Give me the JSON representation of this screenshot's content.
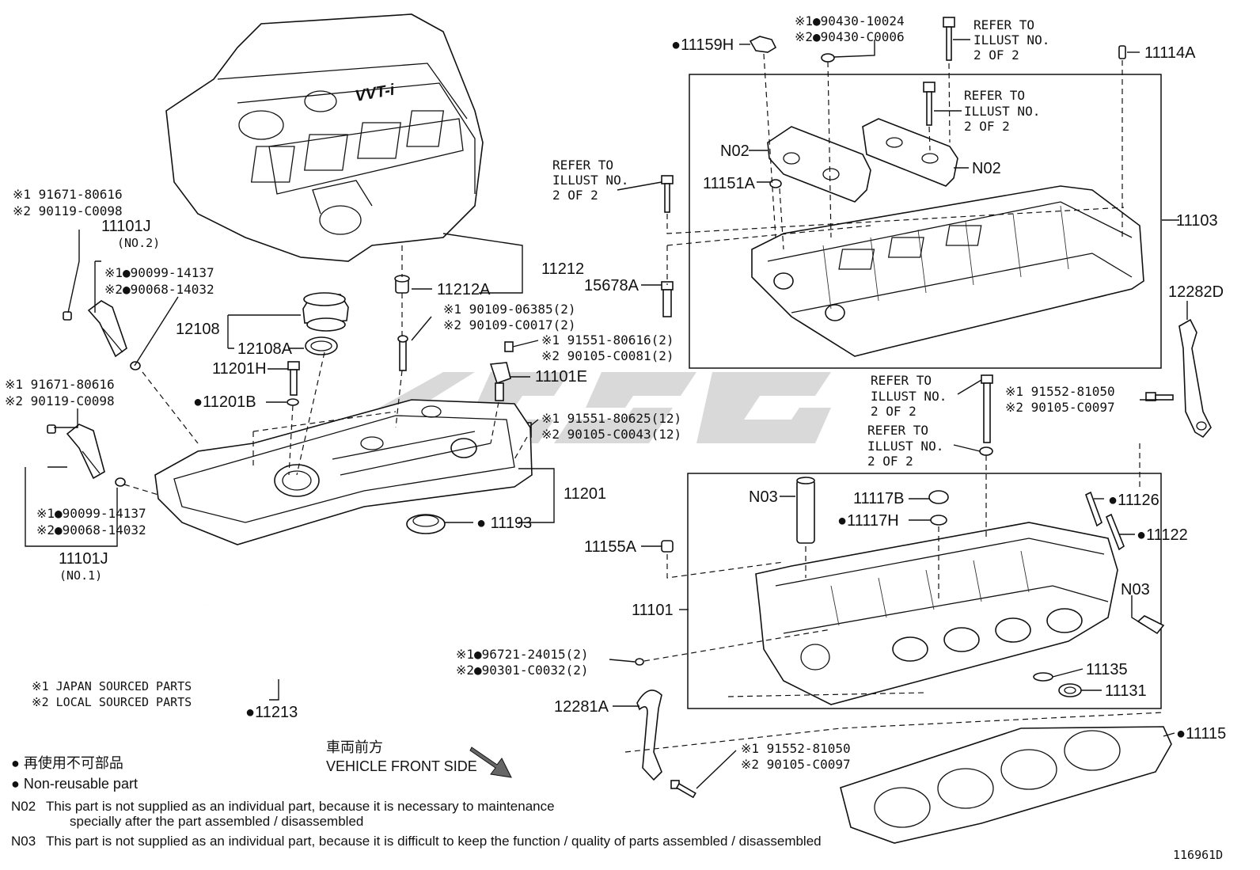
{
  "legend": {
    "japan": "※1  JAPAN SOURCED PARTS",
    "local": "※2  LOCAL SOURCED PARTS",
    "nonreusable_jp": "● 再使用不可部品",
    "nonreusable_en": "● Non-reusable part",
    "vehicle_front_jp": "車両前方",
    "vehicle_front_en": "VEHICLE FRONT SIDE"
  },
  "notes": {
    "n02_code": "N02",
    "n02_line1": "This part is not supplied as an individual part, because it is necessary to maintenance",
    "n02_line2": "specially after the part assembled / disassembled",
    "n03_code": "N03",
    "n03_line1": "This part is not supplied as an individual part, because it is difficult to keep the function / quality of parts  assembled / disassembled"
  },
  "illustration_id": "116961D",
  "refer": {
    "l1": "REFER TO",
    "l2": "ILLUST NO.",
    "l3": "2 OF 2"
  },
  "badge": "VVT-i",
  "labels": {
    "p11212": "11212",
    "p11212A": "11212A",
    "p12108": "12108",
    "p12108A": "12108A",
    "p11201H": "11201H",
    "p11201B": "●11201B",
    "p11101J_no2": "11101J",
    "p11101J_no2_sub": "(NO.2)",
    "p11101J_no1": "11101J",
    "p11101J_no1_sub": "(NO.1)",
    "p11101E": "11101E",
    "p11201": "11201",
    "p11193": "● 11193",
    "p11213": "●11213",
    "p11159H": "●11159H",
    "p11114A": "11114A",
    "pN02a": "N02",
    "pN02b": "N02",
    "p11151A": "11151A",
    "p11103": "11103",
    "p15678A": "15678A",
    "p12282D": "12282D",
    "pN03a": "N03",
    "pN03b": "N03",
    "p11117B": "11117B",
    "p11117H": "●11117H",
    "p11126": "●11126",
    "p11122": "●11122",
    "p11155A": "11155A",
    "p11101": "11101",
    "p11135": "11135",
    "p11131": "11131",
    "p12281A": "12281A",
    "p11115": "●11115"
  },
  "codes": {
    "c_91671_a1": "※1 91671-80616",
    "c_90119_a2": "※2 90119-C0098",
    "c_90099_a1": "※1●90099-14137",
    "c_90068_a2": "※2●90068-14032",
    "c_91671_b1": "※1 91671-80616",
    "c_90119_b2": "※2 90119-C0098",
    "c_90099_b1": "※1●90099-14137",
    "c_90068_b2": "※2●90068-14032",
    "c_90109_1": "※1 90109-06385(2)",
    "c_90109_2": "※2 90109-C0017(2)",
    "c_91551_a1": "※1 91551-80616(2)",
    "c_90105_a2": "※2 90105-C0081(2)",
    "c_91551_b1": "※1 91551-80625(12)",
    "c_90105_b2": "※2 90105-C0043(12)",
    "c_90430_1": "※1●90430-10024",
    "c_90430_2": "※2●90430-C0006",
    "c_91552_a1": "※1 91552-81050",
    "c_90105_c2": "※2 90105-C0097",
    "c_96721_1": "※1●96721-24015(2)",
    "c_90301_2": "※2●90301-C0032(2)",
    "c_91552_b1": "※1 91552-81050",
    "c_90105_d2": "※2 90105-C0097"
  }
}
